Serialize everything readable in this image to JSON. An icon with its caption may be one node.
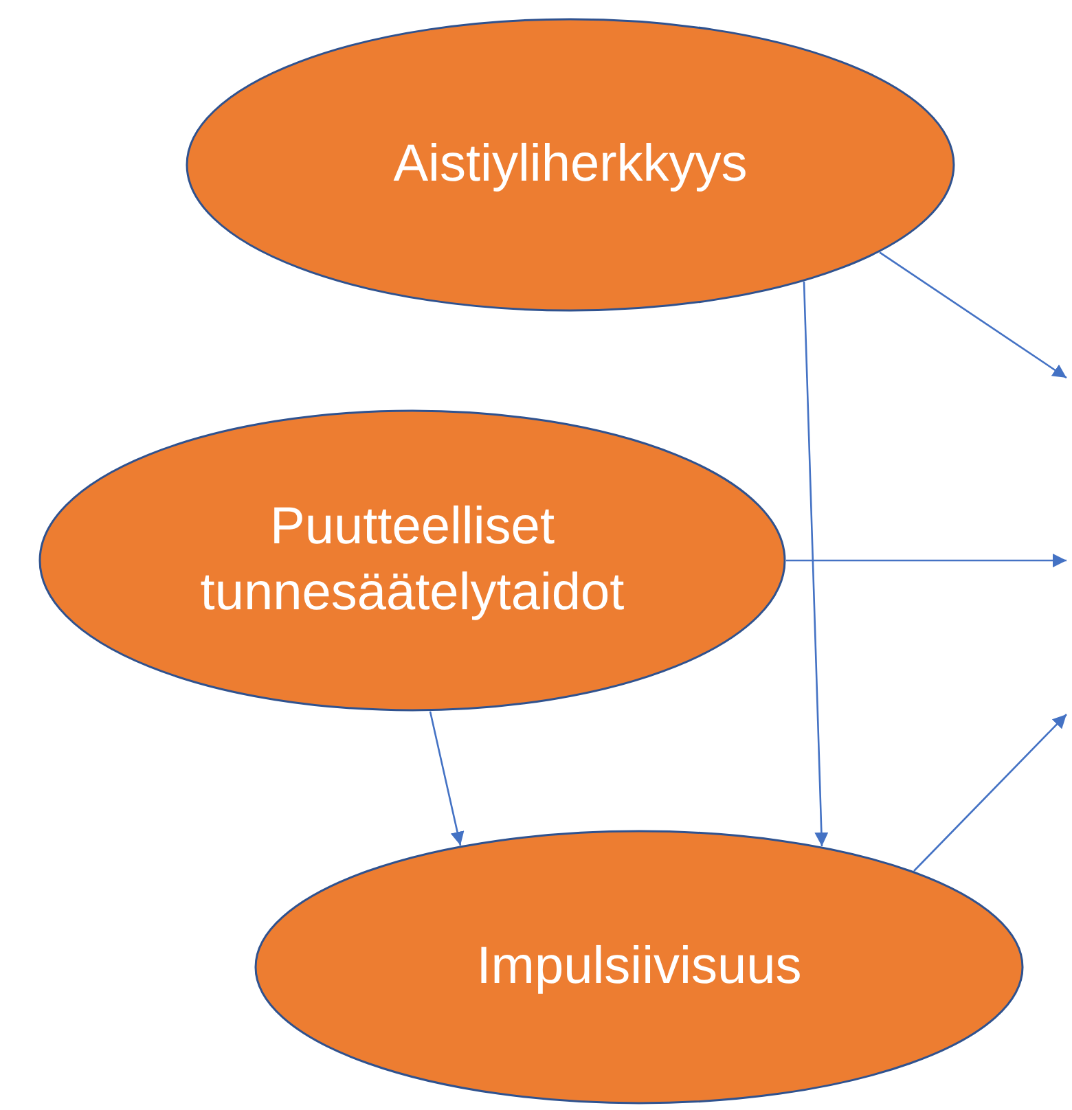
{
  "diagram": {
    "nodes": [
      {
        "text": [
          "Aistiyliherkkyys"
        ]
      },
      {
        "text": [
          "Puutteelliset tunnesäätelytaidot"
        ]
      },
      {
        "text": [
          "Impulsiivisuus"
        ]
      }
    ],
    "edges": [
      {
        "from": 0,
        "to": null,
        "arrow": "to"
      },
      {
        "from": 0,
        "to": 2,
        "arrow": "to"
      },
      {
        "from": 1,
        "to": null,
        "arrow": "to"
      },
      {
        "from": 1,
        "to": 2,
        "arrow": "to"
      },
      {
        "from": 2,
        "to": null,
        "arrow": "to"
      }
    ]
  }
}
